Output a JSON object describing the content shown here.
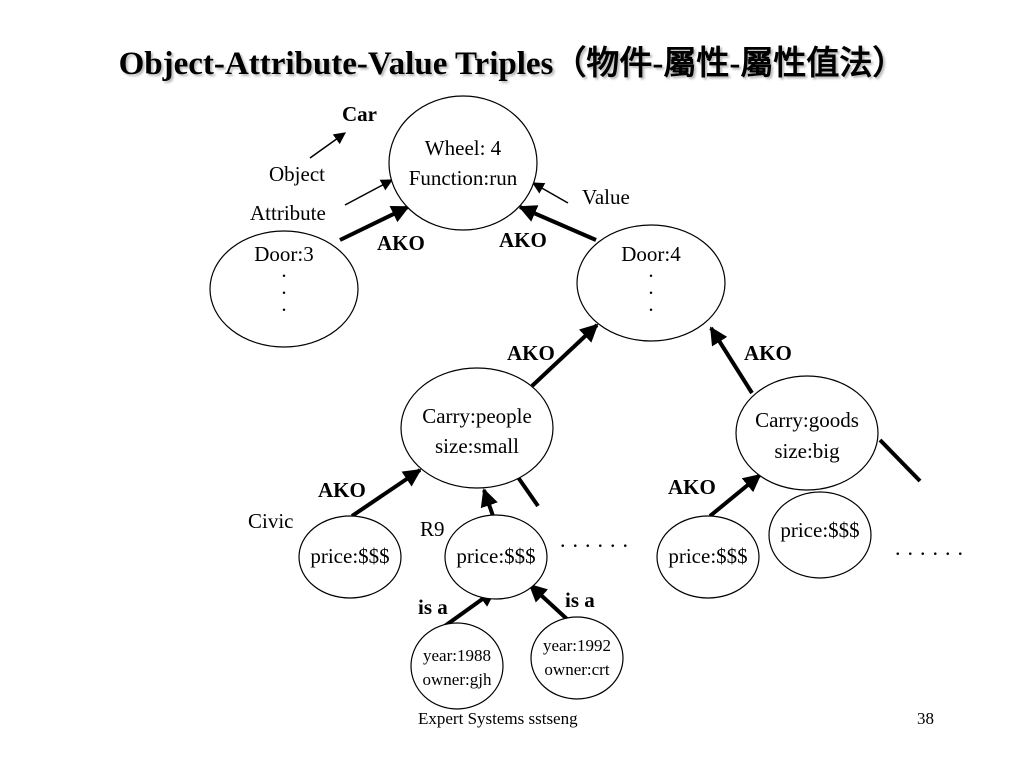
{
  "slide": {
    "title": "Object-Attribute-Value Triples（物件-屬性-屬性值法）",
    "footer": "Expert Systems sstseng",
    "page_number": "38"
  },
  "annotations": {
    "car": "Car",
    "object": "Object",
    "attribute": "Attribute",
    "value": "Value",
    "civic": "Civic",
    "r9": "R9"
  },
  "nodes": {
    "car": {
      "line1": "Wheel: 4",
      "line2": "Function:run"
    },
    "door3": {
      "line1": "Door:3",
      "dots": "·"
    },
    "door4": {
      "line1": "Door:4",
      "dots": "·"
    },
    "people": {
      "line1": "Carry:people",
      "line2": "size:small"
    },
    "goods": {
      "line1": "Carry:goods",
      "line2": "size:big"
    },
    "civic_price": {
      "line1": "price:$$$"
    },
    "r9_price": {
      "line1": "price:$$$"
    },
    "goods_price1": {
      "line1": "price:$$$"
    },
    "goods_price2": {
      "line1": "price:$$$"
    },
    "r9_1988": {
      "line1": "year:1988",
      "line2": "owner:gjh"
    },
    "r9_1992": {
      "line1": "year:1992",
      "line2": "owner:crt"
    }
  },
  "edges": {
    "ako": "AKO",
    "is_a": "is a",
    "ellipsis": "......"
  }
}
